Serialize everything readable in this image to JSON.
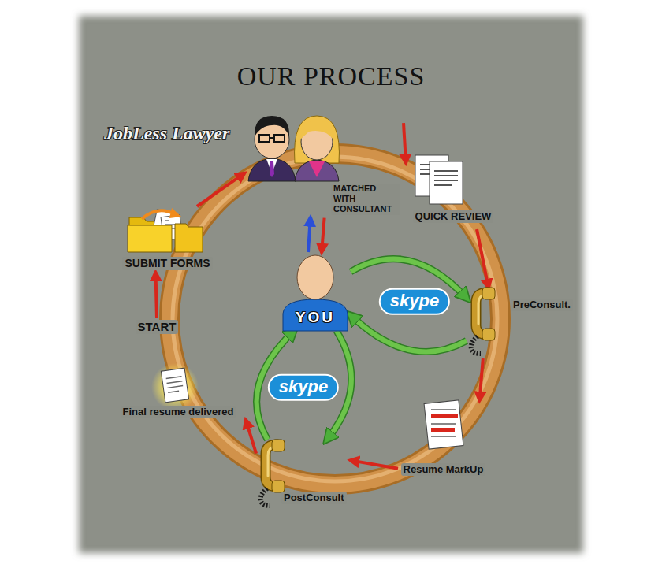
{
  "diagram": {
    "title": "OUR PROCESS",
    "nodes": [
      {
        "text": [
          "START"
        ]
      },
      {
        "text": [
          "SUBMIT FORMS"
        ]
      },
      {
        "text": [
          "MATCHED WITH CONSULTANT"
        ]
      },
      {
        "text": [
          "QUICK REVIEW"
        ]
      },
      {
        "text": [
          "PreConsult."
        ]
      },
      {
        "text": [
          "Resume MarkUp"
        ]
      },
      {
        "text": [
          "PostConsult"
        ]
      },
      {
        "text": [
          "Final resume delivered"
        ]
      },
      {
        "text": [
          "YOU"
        ]
      }
    ],
    "edges": [
      {
        "from": 0,
        "to": 1,
        "arrow": "to"
      },
      {
        "from": 1,
        "to": 2,
        "arrow": "to"
      },
      {
        "from": 2,
        "to": 3,
        "arrow": "to"
      },
      {
        "from": 3,
        "to": 4,
        "arrow": "to"
      },
      {
        "from": 4,
        "to": 5,
        "arrow": "to"
      },
      {
        "from": 5,
        "to": 6,
        "arrow": "to"
      },
      {
        "from": 6,
        "to": 7,
        "arrow": "to"
      },
      {
        "from": 8,
        "to": 2,
        "arrow": "to"
      },
      {
        "from": 2,
        "to": 8,
        "arrow": "to"
      },
      {
        "from": 8,
        "to": 4,
        "arrow": "both",
        "label": "skype"
      },
      {
        "from": 8,
        "to": 6,
        "arrow": "both",
        "label": "skype"
      }
    ],
    "labels": [
      "JobLess Lawyer"
    ]
  }
}
